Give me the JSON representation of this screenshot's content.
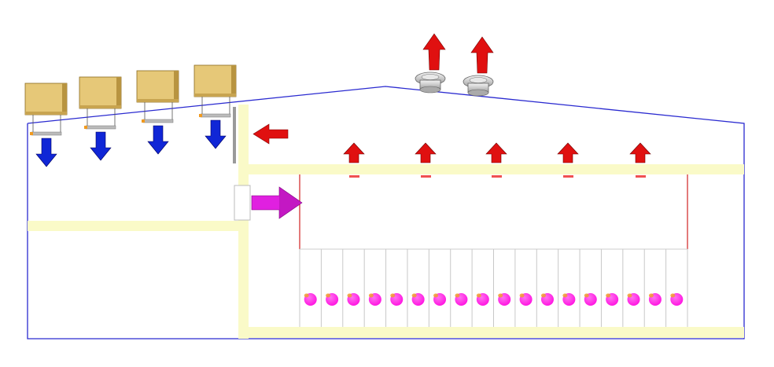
{
  "diagram": {
    "colors": {
      "outline": "#2a2ad0",
      "wall": "#fafac8",
      "supply_unit_body": "#e6c878",
      "supply_arrow": "#1026d6",
      "exhaust_arrow": "#e01010",
      "transfer_arrow": "#e020e0",
      "heat_source": "#ff20e6",
      "enclosure_line": "#d02020",
      "partition_line": "#9a9a9a",
      "roof_fan": "#c8c8c8"
    },
    "icons": {
      "supply_unit": "supply-air-unit-icon",
      "roof_fan": "roof-exhaust-fan-icon",
      "supply_arrow": "arrow-down-icon",
      "exhaust_arrow": "arrow-up-icon",
      "return_arrow": "arrow-left-icon",
      "transfer_arrow": "arrow-right-icon",
      "heat_source": "heat-source-icon"
    },
    "counts": {
      "supply_units": 4,
      "roof_fans": 2,
      "ceiling_exhausts": 5,
      "heat_sources": 18
    }
  }
}
